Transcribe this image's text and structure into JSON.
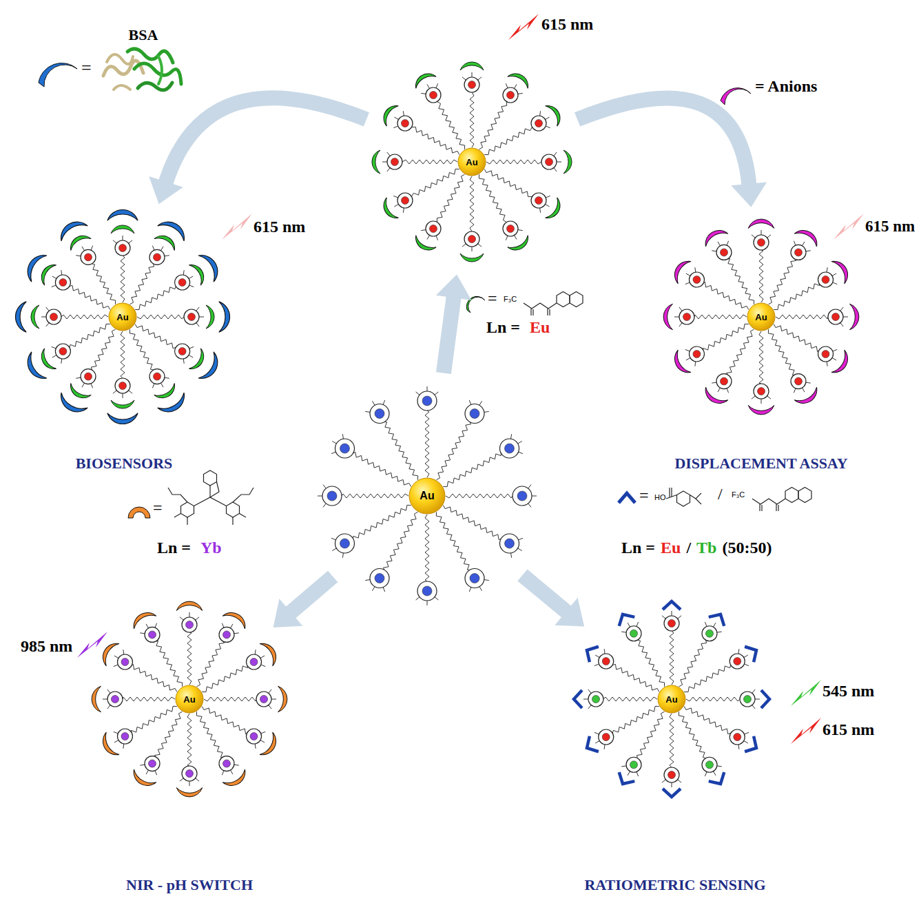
{
  "diagram": {
    "nodes": [
      {
        "text": [
          "Au"
        ]
      },
      {
        "text": [
          "Au"
        ]
      },
      {
        "text": [
          "Au"
        ]
      },
      {
        "text": [
          "Au"
        ]
      },
      {
        "text": [
          "Au"
        ]
      },
      {
        "text": [
          "Au"
        ]
      }
    ],
    "edges": [
      {
        "from": 3,
        "to": 0,
        "arrow": "to"
      },
      {
        "from": 0,
        "to": 1,
        "arrow": "to"
      },
      {
        "from": 0,
        "to": 2,
        "arrow": "to"
      },
      {
        "from": 3,
        "to": 4,
        "arrow": "to"
      },
      {
        "from": 3,
        "to": 5,
        "arrow": "to"
      }
    ],
    "labels": [
      "BSA",
      "=",
      "615 nm",
      "= Anions",
      "615 nm",
      "615 nm",
      "BIOSENSORS",
      "DISPLACEMENT ASSAY",
      "=",
      "F₃C",
      "Ln =",
      "Eu",
      "=",
      "Ln =",
      "Yb",
      "=",
      "HO",
      "/",
      "F₃C",
      "Ln =",
      "Eu",
      "/",
      "Tb",
      "(50:50)",
      "985 nm",
      "545 nm",
      "615 nm",
      "NIR - pH SWITCH",
      "RATIOMETRIC SENSING"
    ]
  }
}
